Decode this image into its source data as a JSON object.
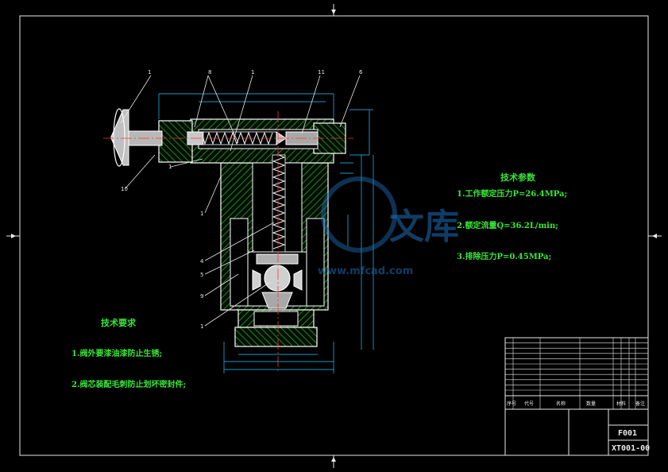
{
  "drawing": {
    "part_number": "F001",
    "drawing_number": "XT001-00",
    "leader_labels": [
      "1",
      "8",
      "1",
      "11",
      "6",
      "10",
      "1",
      "1",
      "4",
      "5",
      "9",
      "1"
    ]
  },
  "technical_parameters": {
    "title": "技术参数",
    "items": [
      "1.工作额定压力P=26.4MPa;",
      "2.额定流量Q=36.2L/min;",
      "3.排除压力P=0.45MPa;"
    ]
  },
  "technical_requirements": {
    "title": "技术要求",
    "items": [
      "1.阀外要漆油漆防止生锈;",
      "2.阀芯装配毛刺防止划坏密封件;"
    ]
  },
  "watermark": {
    "text": "文库",
    "url": "www.mfcad.com"
  },
  "title_block": {
    "parts_header": [
      "序号",
      "代号",
      "名称",
      "数量",
      "材料",
      "备注"
    ]
  },
  "colors": {
    "background": "#000000",
    "outline": "#ffffff",
    "section_hatch": "#00e600",
    "part_fill": "#c0c0c0",
    "dimension": "#28c8ff",
    "centerline": "#ff3030",
    "spring": "#e8e8e8",
    "text": "#39e639"
  }
}
